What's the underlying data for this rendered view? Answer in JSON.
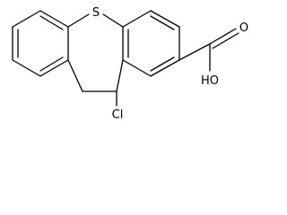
{
  "molecule": {
    "atom_labels": {
      "sulfur": "S",
      "chlorine": "Cl",
      "carbonyl_oxygen": "O",
      "hydroxyl": "HO"
    },
    "colors": {
      "bond": "#000000",
      "label": "#000000",
      "background": "#ffffff"
    }
  }
}
